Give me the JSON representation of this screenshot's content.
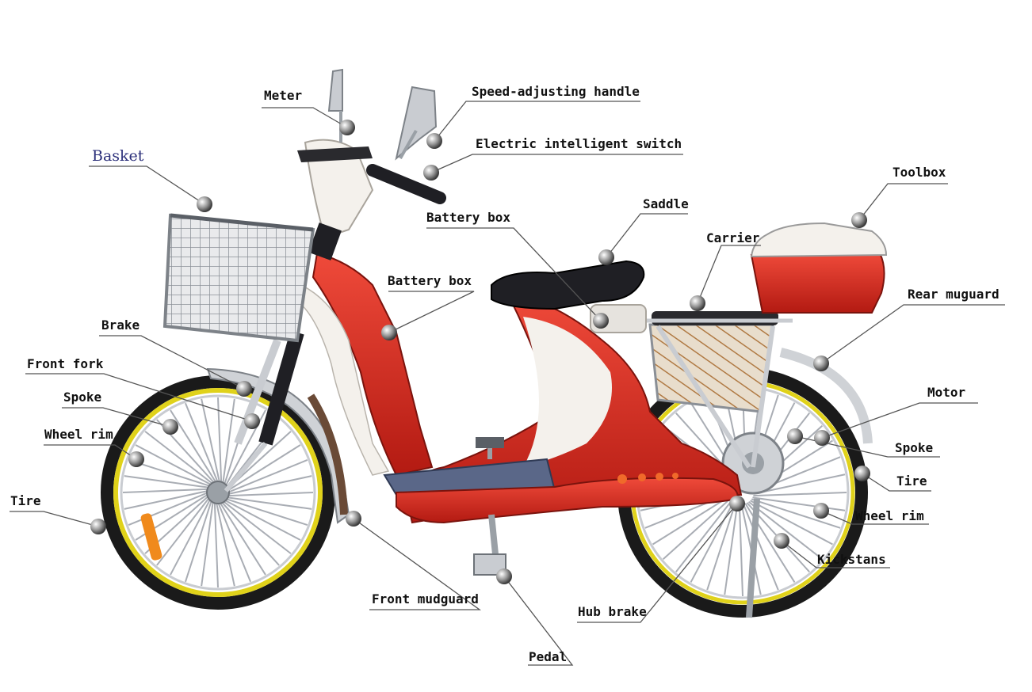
{
  "colors": {
    "body_red": "#d9281e",
    "body_white": "#f4f1ec",
    "seat": "#1f1f24",
    "chrome": "#b8bcc2",
    "rim": "#e0d21a",
    "tire": "#1a1a1a",
    "rack": "#b88a5a",
    "callout_line": "#555555",
    "basket_label": "#2b2f7a"
  },
  "labels": {
    "meter": "Meter",
    "speed_handle": "Speed-adjusting handle",
    "electric_switch": "Electric intelligent switch",
    "basket": "Basket",
    "toolbox": "Toolbox",
    "saddle": "Saddle",
    "battery_box_top": "Battery box",
    "carrier": "Carrier",
    "battery_box_front": "Battery box",
    "rear_mudguard": "Rear muguard",
    "brake": "Brake",
    "motor": "Motor",
    "front_fork": "Front fork",
    "spoke_left": "Spoke",
    "spoke_right": "Spoke",
    "wheel_rim_left": "Wheel rim",
    "tire_right": "Tire",
    "tire_left": "Tire",
    "wheel_rim_right": "Wheel rim",
    "kickstand": "Kickstans",
    "front_mudguard": "Front mudguard",
    "hub_brake": "Hub brake",
    "pedal": "Pedal"
  }
}
